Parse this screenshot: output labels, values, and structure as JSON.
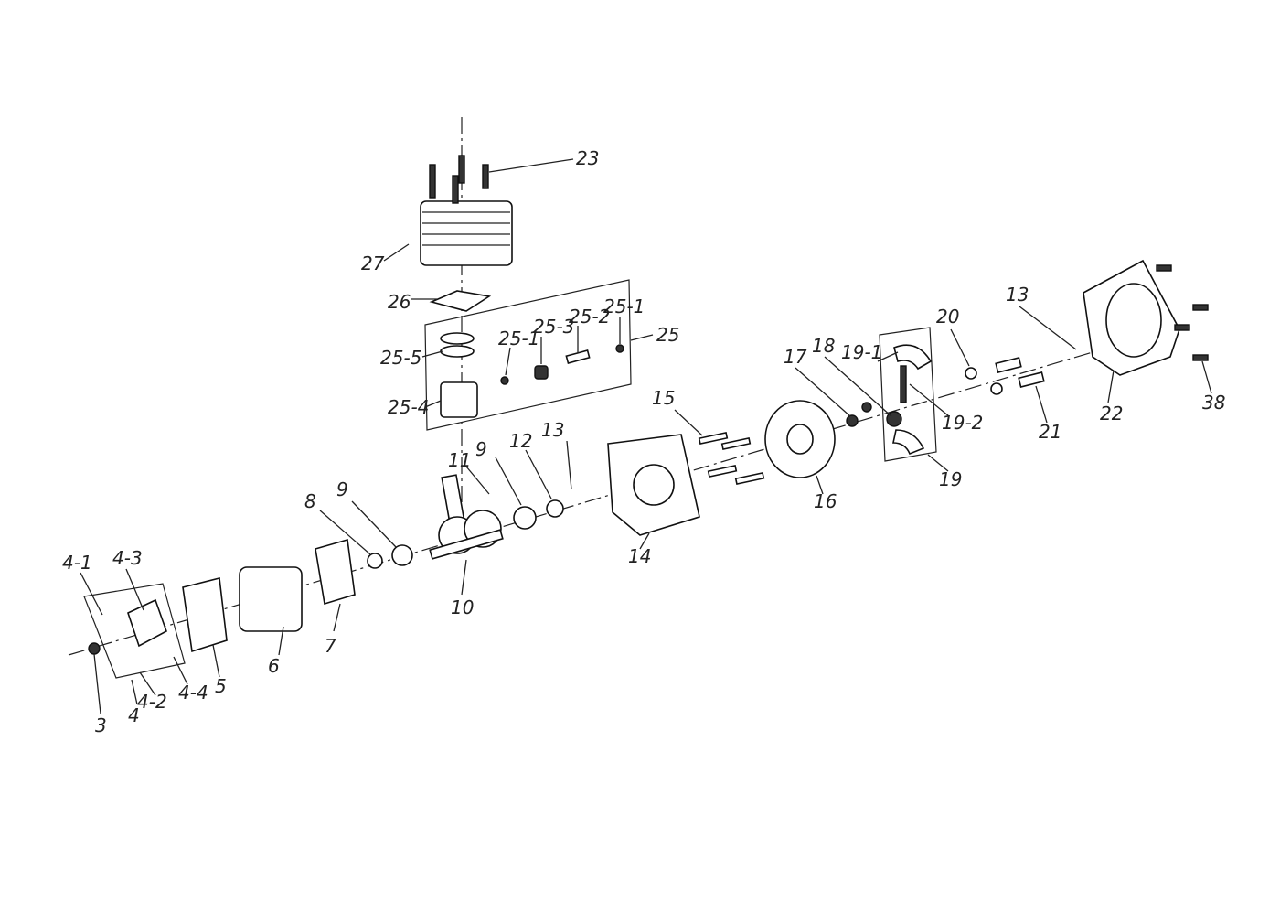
{
  "diagram": {
    "type": "exploded-parts-view",
    "labels": [
      "23",
      "27",
      "26",
      "25-5",
      "25-4",
      "25-1",
      "25-3",
      "25-2",
      "25-1",
      "25",
      "11",
      "9",
      "12",
      "13",
      "8",
      "9",
      "10",
      "7",
      "6",
      "5",
      "4-4",
      "4-2",
      "4",
      "3",
      "4-1",
      "4-3",
      "14",
      "15",
      "16",
      "17",
      "18",
      "19-1",
      "19-2",
      "19",
      "20",
      "13",
      "21",
      "22",
      "38"
    ]
  }
}
